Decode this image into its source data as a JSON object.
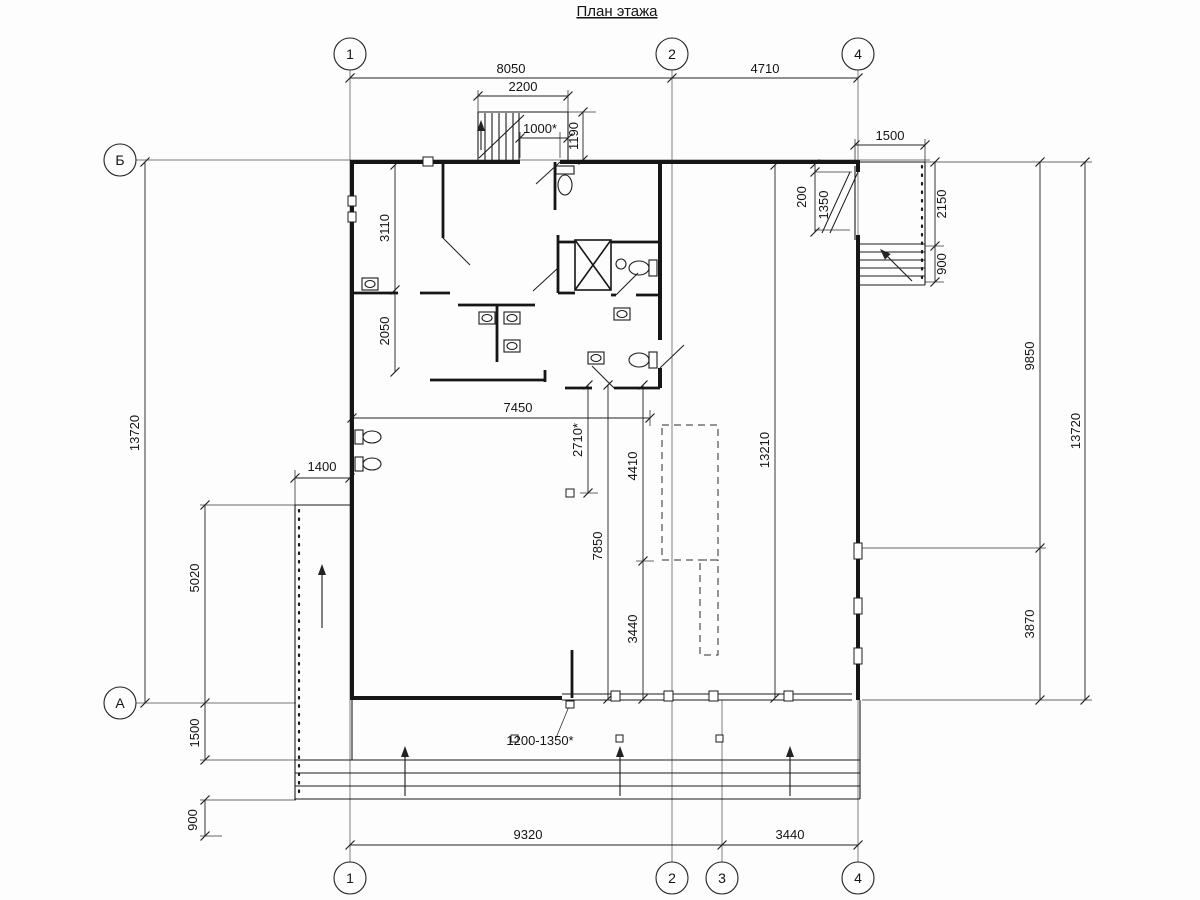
{
  "title": "План этажа",
  "axis_markers": {
    "top": [
      "1",
      "2",
      "4"
    ],
    "bottom": [
      "1",
      "2",
      "3",
      "4"
    ],
    "left": [
      "Б",
      "А"
    ]
  },
  "dims": {
    "d8050": "8050",
    "d4710": "4710",
    "d2200": "2200",
    "d1000": "1000*",
    "d1190": "1190",
    "d1500_top": "1500",
    "d200": "200",
    "d1350": "1350",
    "d2150": "2150",
    "d900_right": "900",
    "d9850": "9850",
    "d13720_right": "13720",
    "d3870": "3870",
    "d13720_left": "13720",
    "d3110": "3110",
    "d2050": "2050",
    "d1400": "1400",
    "d5020": "5020",
    "d1500_left": "1500",
    "d900_left": "900",
    "d7450": "7450",
    "d2710": "2710*",
    "d4410": "4410",
    "d13210": "13210",
    "d7850": "7850",
    "d3440_mid": "3440",
    "d1200_1350": "1200-1350*",
    "d9320": "9320",
    "d3440_bottom": "3440"
  }
}
